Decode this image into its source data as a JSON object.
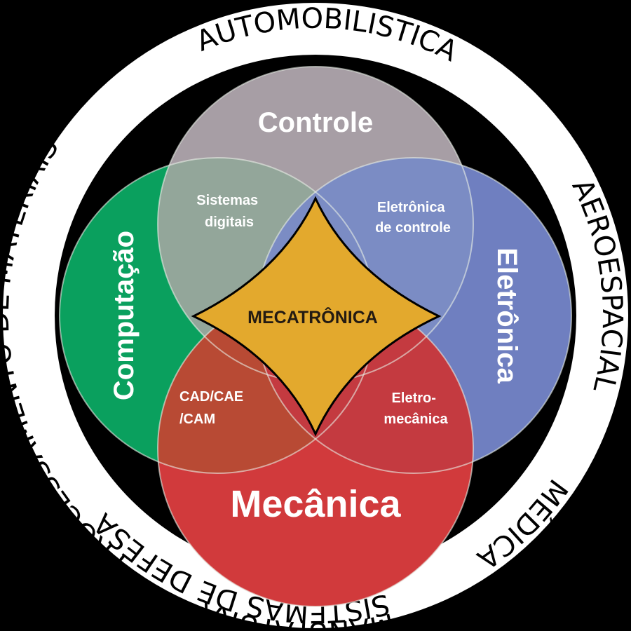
{
  "colors": {
    "background": "#000000",
    "ring": "#ffffff",
    "controle": "#a79ea5",
    "eletronica": "#6f7fc0",
    "mecanica": "#d13a3c",
    "computacao": "#0aa05e",
    "mecatronica": "#e3a92d",
    "outline": "#e8efe6"
  },
  "ring_labels": {
    "aeroespacial": "AEROESPACIAL",
    "medica": "MÉDICA",
    "sistemas_de_defesa": "SISTEMAS DE DEFESA",
    "manufatura": "MANUFATURA",
    "processamento_de_materiais": "PROCESSAMENTO DE MATERIAIS",
    "automobilistica": "AUTOMOBILISTICA"
  },
  "areas": {
    "controle": "Controle",
    "eletronica": "Eletrônica",
    "mecanica": "Mecânica",
    "computacao": "Computação"
  },
  "intersections": {
    "sistemas_digitais": [
      "Sistemas",
      "digitais"
    ],
    "eletronica_de_controle": [
      "Eletrônica",
      "de controle"
    ],
    "cad_cae_cam": [
      "CAD/CAE",
      "/CAM"
    ],
    "eletromecanica": [
      "Eletro-",
      "mecânica"
    ]
  },
  "center": "MECATRÔNICA"
}
